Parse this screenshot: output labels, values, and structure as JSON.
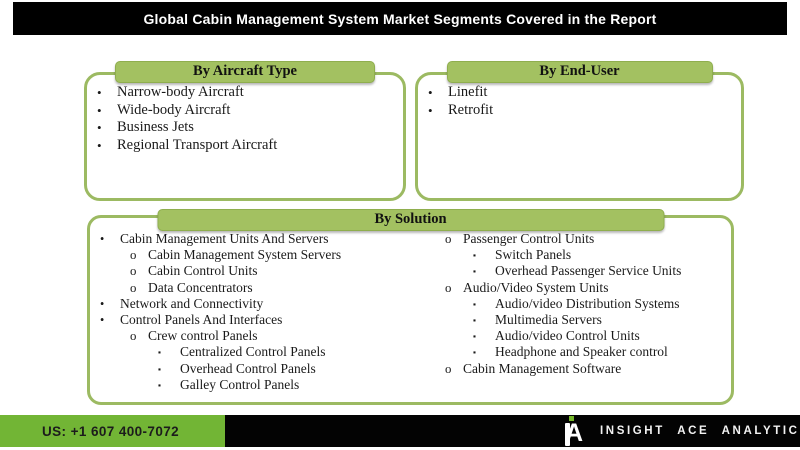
{
  "header": {
    "title": "Global Cabin Management System Market Segments Covered in the Report"
  },
  "sections": {
    "aircraft_type": {
      "title": "By Aircraft Type",
      "items": [
        {
          "level": 1,
          "text": "Narrow-body Aircraft"
        },
        {
          "level": 1,
          "text": "Wide-body Aircraft"
        },
        {
          "level": 1,
          "text": "Business Jets"
        },
        {
          "level": 1,
          "text": "Regional Transport Aircraft"
        }
      ]
    },
    "end_user": {
      "title": "By End-User",
      "items": [
        {
          "level": 1,
          "text": "Linefit"
        },
        {
          "level": 1,
          "text": "Retrofit"
        }
      ]
    },
    "solution": {
      "title": "By Solution",
      "left_column": [
        {
          "level": 1,
          "text": "Cabin Management Units And Servers"
        },
        {
          "level": 2,
          "text": "Cabin Management System Servers"
        },
        {
          "level": 2,
          "text": "Cabin Control Units"
        },
        {
          "level": 2,
          "text": "Data Concentrators"
        },
        {
          "level": 1,
          "text": "Network and Connectivity"
        },
        {
          "level": 1,
          "text": "Control Panels And Interfaces"
        },
        {
          "level": 2,
          "text": "Crew control Panels"
        },
        {
          "level": 3,
          "text": "Centralized Control Panels"
        },
        {
          "level": 3,
          "text": "Overhead Control Panels"
        },
        {
          "level": 3,
          "text": "Galley Control Panels"
        }
      ],
      "right_column": [
        {
          "level": 2,
          "text": "Passenger Control Units"
        },
        {
          "level": 3,
          "text": "Switch Panels"
        },
        {
          "level": 3,
          "text": "Overhead Passenger Service Units"
        },
        {
          "level": 2,
          "text": "Audio/Video System Units"
        },
        {
          "level": 3,
          "text": "Audio/video Distribution Systems"
        },
        {
          "level": 3,
          "text": "Multimedia Servers"
        },
        {
          "level": 3,
          "text": "Audio/video Control Units"
        },
        {
          "level": 3,
          "text": "Headphone and Speaker control"
        },
        {
          "level": 2,
          "text": "Cabin Management Software"
        }
      ]
    }
  },
  "footer": {
    "phone": "US: +1 607 400-7072",
    "brand": "INSIGHT ACE ANALYTIC",
    "logo_letter": "A"
  },
  "colors": {
    "tab_green": "#a3c161",
    "tab_border": "#8fae4e",
    "box_border": "#9cba62",
    "footer_green": "#72b535",
    "header_black": "#000000",
    "brand_green": "#76b82a",
    "text_dark": "#1a1a1a",
    "text_white": "#ffffff"
  }
}
